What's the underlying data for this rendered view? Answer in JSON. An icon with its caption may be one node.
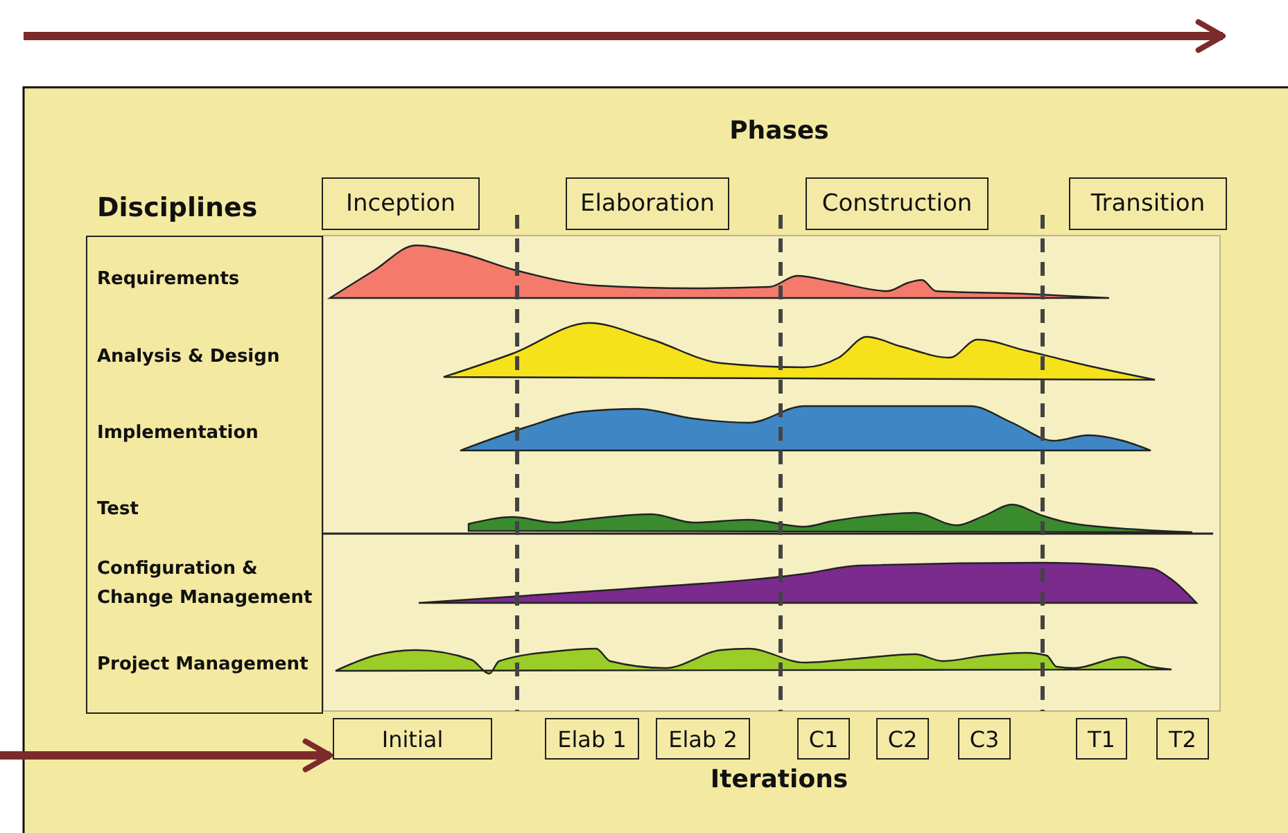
{
  "diagram": {
    "nodes": [
      {
        "text": [
          "Inception"
        ]
      },
      {
        "text": [
          "Elaboration"
        ]
      },
      {
        "text": [
          "Construction"
        ]
      },
      {
        "text": [
          "Transition"
        ]
      },
      {
        "text": [
          "Requirements",
          "Analysis & Design",
          "Implementation",
          "Test",
          "Configuration & Change Management",
          "Project Management"
        ]
      },
      {
        "text": [
          "Initial"
        ]
      },
      {
        "text": [
          "Elab 1"
        ]
      },
      {
        "text": [
          "Elab 2"
        ]
      },
      {
        "text": [
          "C1"
        ]
      },
      {
        "text": [
          "C2"
        ]
      },
      {
        "text": [
          "C3"
        ]
      },
      {
        "text": [
          "T1"
        ]
      },
      {
        "text": [
          "T2"
        ]
      }
    ],
    "edges": [
      {
        "from": null,
        "to": 5,
        "arrow": "to"
      }
    ],
    "labels": [
      "Phases",
      "Disciplines",
      "Iterations"
    ]
  }
}
